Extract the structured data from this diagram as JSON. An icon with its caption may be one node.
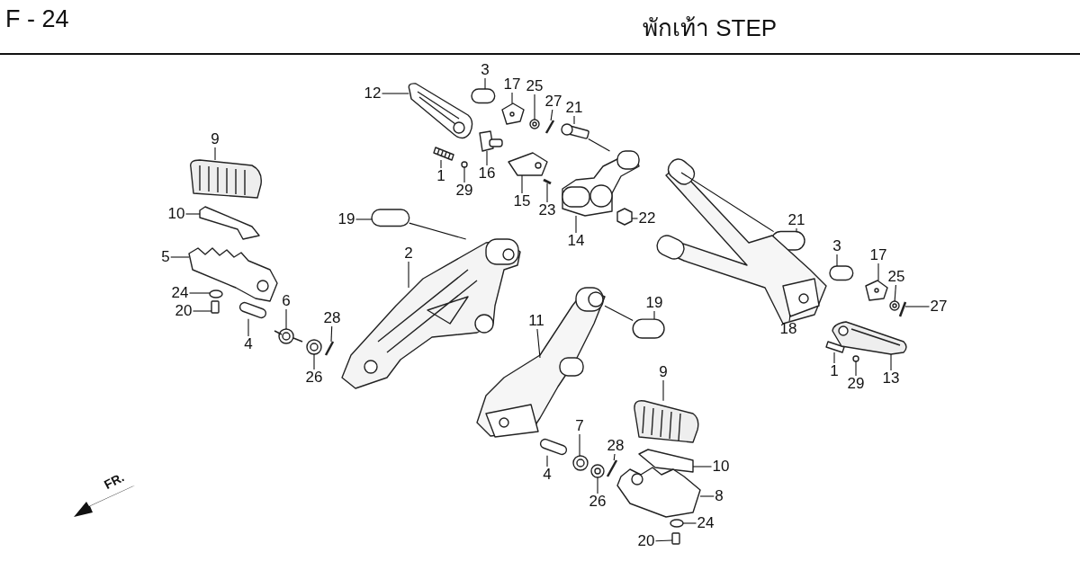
{
  "diagram": {
    "title": "พักเท้า STEP",
    "nodes": [
      {
        "text": [
          "12"
        ]
      },
      {
        "text": [
          "3"
        ]
      },
      {
        "text": [
          "17"
        ]
      },
      {
        "text": [
          "25"
        ]
      },
      {
        "text": [
          "27"
        ]
      },
      {
        "text": [
          "21"
        ]
      },
      {
        "text": [
          "9"
        ]
      },
      {
        "text": [
          "1"
        ]
      },
      {
        "text": [
          "16"
        ]
      },
      {
        "text": [
          "29"
        ]
      },
      {
        "text": [
          "15"
        ]
      },
      {
        "text": [
          "23"
        ]
      },
      {
        "text": [
          "10"
        ]
      },
      {
        "text": [
          "19"
        ]
      },
      {
        "text": [
          "22"
        ]
      },
      {
        "text": [
          "21"
        ]
      },
      {
        "text": [
          "14"
        ]
      },
      {
        "text": [
          "2"
        ]
      },
      {
        "text": [
          "5"
        ]
      },
      {
        "text": [
          "3"
        ]
      },
      {
        "text": [
          "17"
        ]
      },
      {
        "text": [
          "25"
        ]
      },
      {
        "text": [
          "24"
        ]
      },
      {
        "text": [
          "6"
        ]
      },
      {
        "text": [
          "19"
        ]
      },
      {
        "text": [
          "27"
        ]
      },
      {
        "text": [
          "20"
        ]
      },
      {
        "text": [
          "11"
        ]
      },
      {
        "text": [
          "28"
        ]
      },
      {
        "text": [
          "4"
        ]
      },
      {
        "text": [
          "18"
        ]
      },
      {
        "text": [
          "26"
        ]
      },
      {
        "text": [
          "1"
        ]
      },
      {
        "text": [
          "13"
        ]
      },
      {
        "text": [
          "9"
        ]
      },
      {
        "text": [
          "29"
        ]
      },
      {
        "text": [
          "7"
        ]
      },
      {
        "text": [
          "28"
        ]
      },
      {
        "text": [
          "10"
        ]
      },
      {
        "text": [
          "4"
        ]
      },
      {
        "text": [
          "26"
        ]
      },
      {
        "text": [
          "8"
        ]
      },
      {
        "text": [
          "24"
        ]
      },
      {
        "text": [
          "20"
        ]
      },
      {
        "text": [],
        "shape": "picture"
      },
      {
        "text": [],
        "shape": "bar"
      },
      {
        "text": [],
        "shape": "picture"
      },
      {
        "text": [],
        "shape": "picture"
      },
      {
        "text": [],
        "shape": "picture"
      },
      {
        "text": [],
        "shape": "picture"
      },
      {
        "text": [],
        "shape": "picture"
      },
      {
        "text": [],
        "shape": "picture"
      },
      {
        "text": [],
        "shape": "picture"
      },
      {
        "text": [],
        "shape": "picture"
      },
      {
        "text": [],
        "shape": "picture"
      },
      {
        "text": [],
        "shape": "picture"
      },
      {
        "text": [],
        "shape": "picture"
      },
      {
        "text": [],
        "shape": "bar"
      },
      {
        "text": [],
        "shape": "picture"
      },
      {
        "text": [],
        "shape": "bar"
      },
      {
        "text": [],
        "shape": "picture"
      },
      {
        "text": [],
        "shape": "picture"
      },
      {
        "text": [],
        "shape": "picture"
      },
      {
        "text": [],
        "shape": "bar"
      },
      {
        "text": [],
        "shape": "picture"
      },
      {
        "text": [],
        "shape": "picture"
      },
      {
        "text": [],
        "shape": "circle"
      },
      {
        "text": [],
        "shape": "picture"
      },
      {
        "text": [],
        "shape": "bar"
      },
      {
        "text": [],
        "shape": "picture"
      },
      {
        "text": [],
        "shape": "box"
      },
      {
        "text": [],
        "shape": "picture"
      },
      {
        "text": [],
        "shape": "picture"
      },
      {
        "text": [],
        "shape": "picture"
      },
      {
        "text": [],
        "shape": "picture"
      },
      {
        "text": [],
        "shape": "picture"
      },
      {
        "text": [],
        "shape": "picture"
      },
      {
        "text": [],
        "shape": "picture"
      },
      {
        "text": [],
        "shape": "picture"
      },
      {
        "text": [],
        "shape": "picture"
      },
      {
        "text": [],
        "shape": "picture"
      },
      {
        "text": [],
        "shape": "picture"
      },
      {
        "text": [],
        "shape": "picture"
      },
      {
        "text": [],
        "shape": "picture"
      },
      {
        "text": [],
        "shape": "picture"
      },
      {
        "text": [],
        "shape": "picture"
      },
      {
        "text": [],
        "shape": "picture"
      },
      {
        "text": [],
        "shape": "box"
      }
    ],
    "edges": [
      {
        "from": 0,
        "to": 44,
        "arrow": "none"
      },
      {
        "from": 1,
        "to": 45,
        "arrow": "none"
      },
      {
        "from": 2,
        "to": 46,
        "arrow": "none"
      },
      {
        "from": 3,
        "to": 47,
        "arrow": "none"
      },
      {
        "from": 4,
        "to": 48,
        "arrow": "none"
      },
      {
        "from": 5,
        "to": 49,
        "arrow": "none"
      },
      {
        "from": 6,
        "to": 50,
        "arrow": "none"
      },
      {
        "from": 7,
        "to": 51,
        "arrow": "none"
      },
      {
        "from": 8,
        "to": 52,
        "arrow": "none"
      },
      {
        "from": 9,
        "to": 53,
        "arrow": "none"
      },
      {
        "from": 10,
        "to": 54,
        "arrow": "none"
      },
      {
        "from": 11,
        "to": 55,
        "arrow": "none"
      },
      {
        "from": 12,
        "to": 56,
        "arrow": "none"
      },
      {
        "from": 13,
        "to": 57,
        "arrow": "none"
      },
      {
        "from": 14,
        "to": 58,
        "arrow": "none"
      },
      {
        "from": 15,
        "to": 59,
        "arrow": "none"
      },
      {
        "from": 16,
        "to": 60,
        "arrow": "none"
      },
      {
        "from": 17,
        "to": 61,
        "arrow": "none"
      },
      {
        "from": 18,
        "to": 62,
        "arrow": "none"
      },
      {
        "from": 19,
        "to": 63,
        "arrow": "none"
      },
      {
        "from": 20,
        "to": 64,
        "arrow": "none"
      },
      {
        "from": 21,
        "to": 65,
        "arrow": "none"
      },
      {
        "from": 22,
        "to": 66,
        "arrow": "none"
      },
      {
        "from": 23,
        "to": 67,
        "arrow": "none"
      },
      {
        "from": 24,
        "to": 68,
        "arrow": "none"
      },
      {
        "from": 25,
        "to": 69,
        "arrow": "none"
      },
      {
        "from": 26,
        "to": 70,
        "arrow": "none"
      },
      {
        "from": 27,
        "to": 71,
        "arrow": "none"
      },
      {
        "from": 28,
        "to": 72,
        "arrow": "none"
      },
      {
        "from": 29,
        "to": 73,
        "arrow": "none"
      },
      {
        "from": 30,
        "to": 74,
        "arrow": "none"
      },
      {
        "from": 31,
        "to": 75,
        "arrow": "none"
      },
      {
        "from": 32,
        "to": 76,
        "arrow": "none"
      },
      {
        "from": 33,
        "to": 77,
        "arrow": "none"
      },
      {
        "from": 34,
        "to": 78,
        "arrow": "none"
      },
      {
        "from": 35,
        "to": 79,
        "arrow": "none"
      },
      {
        "from": 36,
        "to": 80,
        "arrow": "none"
      },
      {
        "from": 37,
        "to": 81,
        "arrow": "none"
      },
      {
        "from": 38,
        "to": 82,
        "arrow": "none"
      },
      {
        "from": 39,
        "to": 83,
        "arrow": "none"
      },
      {
        "from": 40,
        "to": 84,
        "arrow": "none"
      },
      {
        "from": 41,
        "to": 85,
        "arrow": "none"
      },
      {
        "from": 42,
        "to": 86,
        "arrow": "none"
      },
      {
        "from": 43,
        "to": 87,
        "arrow": "none"
      },
      {
        "from": 57,
        "to": 61,
        "arrow": "none"
      },
      {
        "from": 49,
        "to": 60,
        "arrow": "none"
      },
      {
        "from": 59,
        "to": 74,
        "arrow": "none"
      },
      {
        "from": 68,
        "to": 71,
        "arrow": "none"
      }
    ],
    "labels": [
      "F - 24",
      "FR."
    ]
  }
}
